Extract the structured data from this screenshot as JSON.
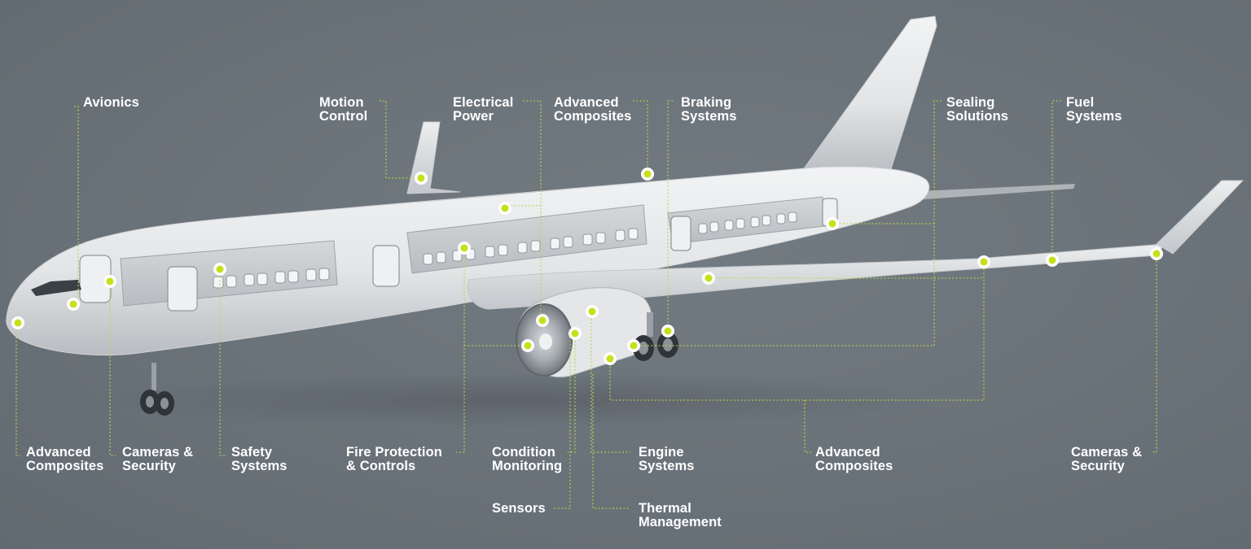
{
  "colors": {
    "background": "#6a7279",
    "leader": "#b8d64a",
    "hotspot": "#c6e01a",
    "label": "#ffffff",
    "aircraft": "#e6e8ea"
  },
  "labels": {
    "avionics": [
      "Avionics"
    ],
    "motion_control": [
      "Motion",
      "Control"
    ],
    "electrical_power": [
      "Electrical",
      "Power"
    ],
    "advanced_composites_top": [
      "Advanced",
      "Composites"
    ],
    "braking_systems": [
      "Braking",
      "Systems"
    ],
    "sealing_solutions": [
      "Sealing",
      "Solutions"
    ],
    "fuel_systems": [
      "Fuel",
      "Systems"
    ],
    "advanced_composites_nose": [
      "Advanced",
      "Composites"
    ],
    "cameras_security_cockpit": [
      "Cameras &",
      "Security"
    ],
    "safety_systems": [
      "Safety",
      "Systems"
    ],
    "fire_protection": [
      "Fire Protection",
      "& Controls"
    ],
    "condition_monitoring": [
      "Condition",
      "Monitoring"
    ],
    "engine_systems": [
      "Engine",
      "Systems"
    ],
    "advanced_composites_wing": [
      "Advanced",
      "Composites"
    ],
    "cameras_security_wing": [
      "Cameras &",
      "Security"
    ],
    "sensors": [
      "Sensors"
    ],
    "thermal_management": [
      "Thermal",
      "Management"
    ]
  }
}
